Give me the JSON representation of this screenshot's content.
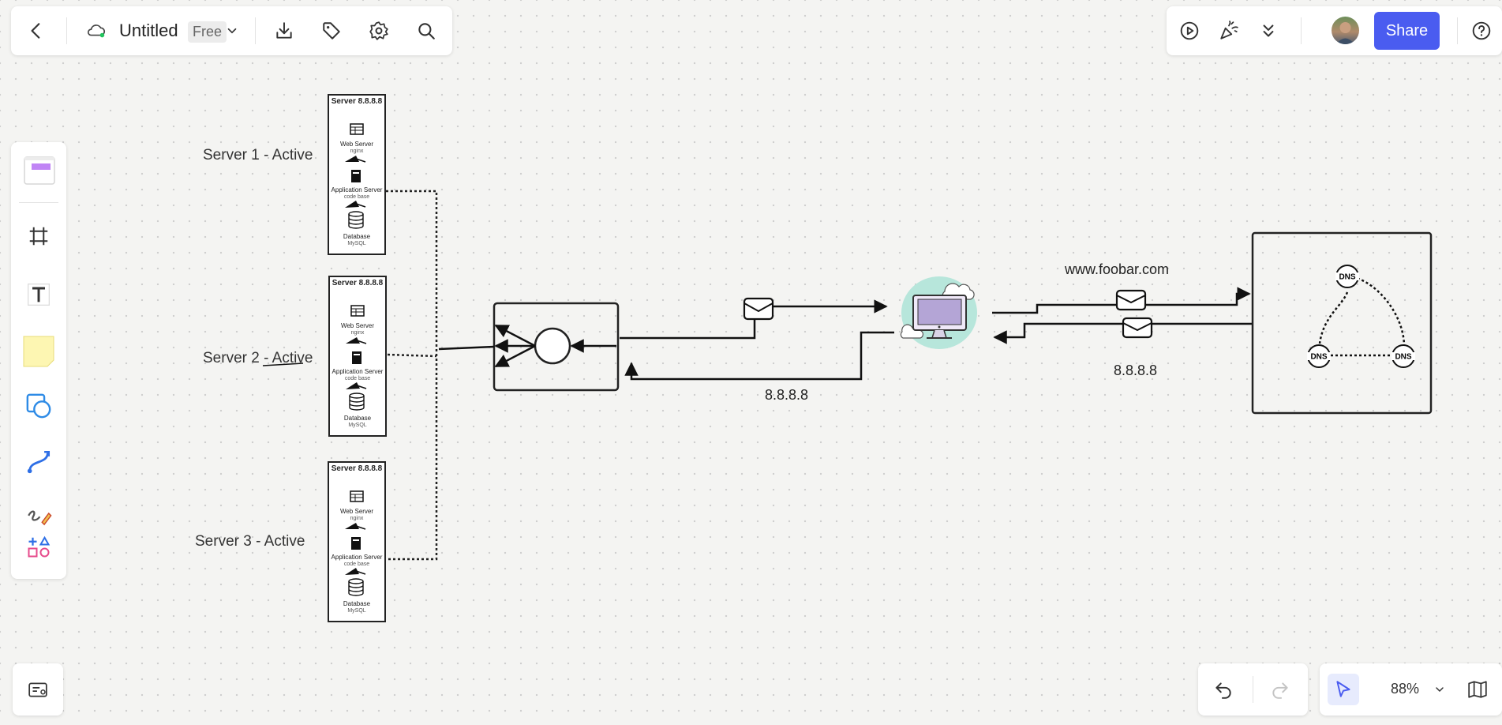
{
  "topbar": {
    "title": "Untitled",
    "plan_badge": "Free"
  },
  "share_label": "Share",
  "zoom": {
    "level": "88%"
  },
  "canvas": {
    "server_labels": [
      "Server 1 - Active",
      "Server 2 - Active",
      "Server 3 - Active"
    ],
    "servers": [
      {
        "title": "Server 8.8.8.8",
        "web": "Web Server",
        "web_sub": "nginx",
        "app": "Application Server",
        "app_sub": "code base",
        "db": "Database",
        "db_sub": "MySQL"
      },
      {
        "title": "Server 8.8.8.8",
        "web": "Web Server",
        "web_sub": "nginx",
        "app": "Application Server",
        "app_sub": "code base",
        "db": "Database",
        "db_sub": "MySQL"
      },
      {
        "title": "Server 8.8.8.8",
        "web": "Web Server",
        "web_sub": "nginx",
        "app": "Application Server",
        "app_sub": "code base",
        "db": "Database",
        "db_sub": "MySQL"
      }
    ],
    "domain_label": "www.foobar.com",
    "dns_ip_label": "8.8.8.8",
    "lb_ip_label": "8.8.8.8",
    "dns_nodes": [
      "DNS",
      "DNS",
      "DNS"
    ]
  },
  "icons": {
    "back": "chevron-left-icon",
    "cloud_sync": "cloud-icon",
    "dropdown": "chevron-down-icon",
    "download": "download-icon",
    "tag": "tag-icon",
    "settings": "gear-icon",
    "search": "search-icon",
    "present": "play-icon",
    "celebrate": "party-popper-icon",
    "more": "double-chevron-down-icon",
    "help": "help-icon"
  },
  "colors": {
    "accent": "#4a5cf0",
    "sync_dot": "#22c55e",
    "sticky": "#fdf6b2",
    "canvas_bg": "#f4f4f2"
  }
}
